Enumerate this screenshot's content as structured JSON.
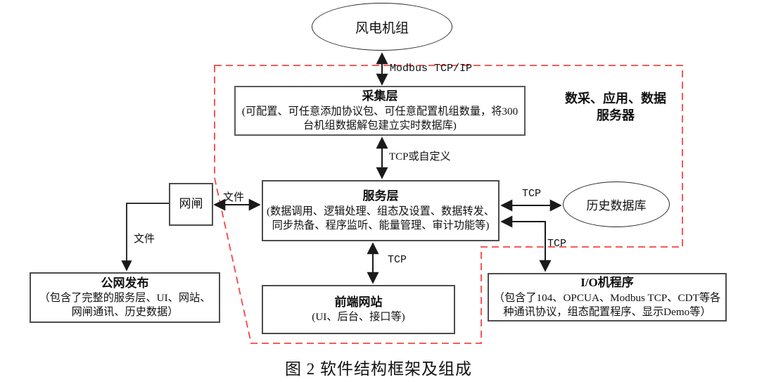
{
  "caption": "图 2 软件结构框架及组成",
  "colors": {
    "dashed_region": "#f64545",
    "connector": "#1a1a1a",
    "box_border": "#4d4d4d"
  },
  "nodes": {
    "wind_turbines": {
      "label": "风电机组"
    },
    "collection_layer": {
      "title": "采集层",
      "body": "(可配置、可任意添加协议包、可任意配置机组数量，将300台机组数据解包建立实时数据库)"
    },
    "service_layer": {
      "title": "服务层",
      "body": "(数据调用、逻辑处理、组态及设置、数据转发、同步热备、程序监听、能量管理、审计功能等)"
    },
    "gateway": {
      "label": "网闸"
    },
    "history_db": {
      "label": "历史数据库"
    },
    "public_release": {
      "title": "公网发布",
      "body": "（包含了完整的服务层、UI、网站、网闸通讯、历史数据）"
    },
    "frontend_site": {
      "title": "前端网站",
      "body": "(UI、后台、接口等)"
    },
    "io_program": {
      "title": "I/O机程序",
      "body": "（包含了104、OPCUA、Modbus TCP、CDT等各种通讯协议，组态配置程序、显示Demo等）"
    },
    "server_region_label": {
      "line1": "数采、应用、数据",
      "line2": "服务器"
    }
  },
  "edge_labels": {
    "modbus": "Modbus TCP/IP",
    "tcp_or_custom": "TCP或自定义",
    "tcp_frontend": "TCP",
    "tcp_history": "TCP",
    "tcp_io": "TCP",
    "file_service": "文件",
    "file_public": "文件"
  }
}
